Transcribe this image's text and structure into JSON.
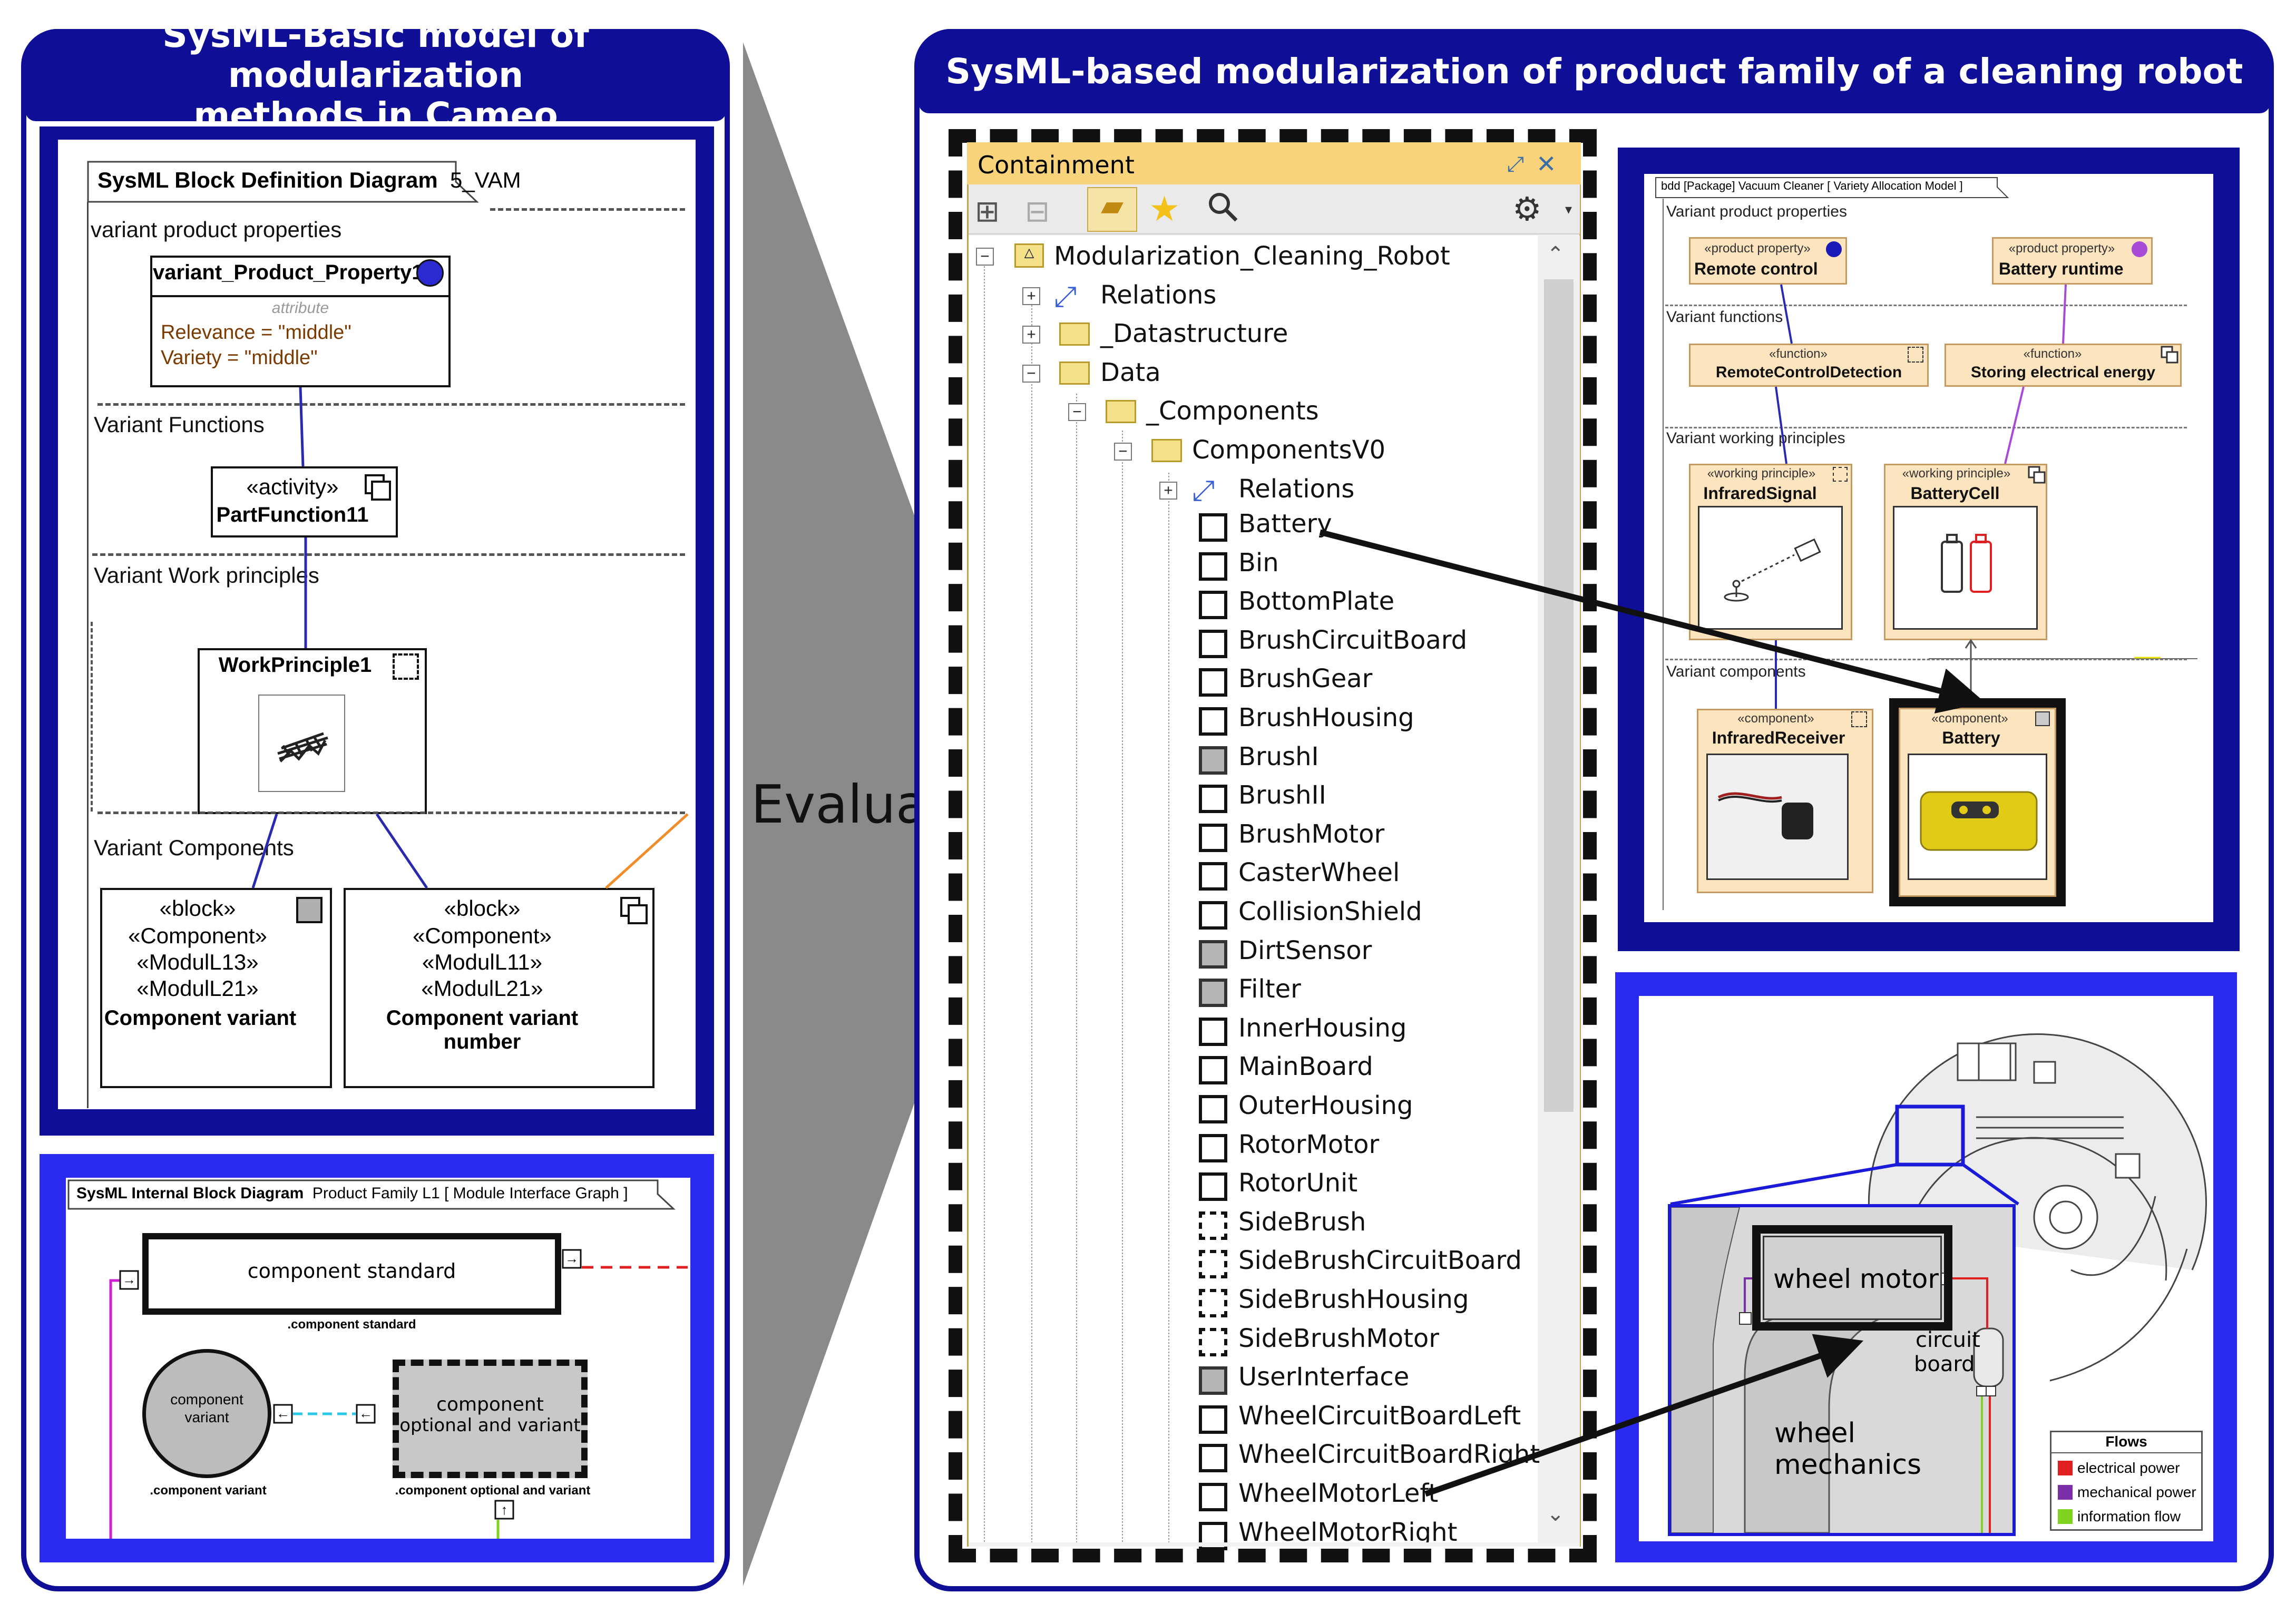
{
  "left_panel": {
    "title_line1": "SysML-Basic model of modularization",
    "title_line2": "methods in Cameo",
    "bdd": {
      "header_kind": "SysML Block Definition Diagram",
      "header_name": "5_VAM",
      "section_properties": "variant product properties",
      "property_block_title": "variant_Product_Property1",
      "property_attr_label": "attribute",
      "property_attr1": "Relevance = \"middle\"",
      "property_attr2": "Variety = \"middle\"",
      "section_functions": "Variant Functions",
      "function_stereo": "«activity»",
      "function_name": "PartFunction11",
      "section_principles": "Variant Work principles",
      "principle_name": "WorkPrinciple1",
      "section_components": "Variant Components",
      "comp1_lines": [
        "«block»",
        "«Component»",
        "«ModulL13»",
        "«ModulL21»"
      ],
      "comp1_name": "Component variant",
      "comp2_lines": [
        "«block»",
        "«Component»",
        "«ModulL11»",
        "«ModulL21»"
      ],
      "comp2_name": "Component variant number"
    },
    "ibd": {
      "header_kind": "SysML Internal Block Diagram",
      "header_name": "Product Family L1 [ Module Interface Graph ]",
      "standard_label": "component standard",
      "standard_caption": ".component standard",
      "variant_label1": "component",
      "variant_label2": "variant",
      "variant_caption": ".component variant",
      "optional_label1": "component",
      "optional_label2": "optional and variant",
      "optional_caption": ".component optional and variant"
    }
  },
  "middle": {
    "label": "Evaluation"
  },
  "right_panel": {
    "title": "SysML-based modularization of product family of a cleaning robot",
    "containment": {
      "title": "Containment",
      "root": "Modularization_Cleaning_Robot",
      "level1": [
        "Relations",
        "_Datastructure",
        "Data"
      ],
      "components_folder": "_Components",
      "components_v0": "ComponentsV0",
      "relations": "Relations",
      "items": [
        {
          "name": "Battery",
          "style": "solid"
        },
        {
          "name": "Bin",
          "style": "solid"
        },
        {
          "name": "BottomPlate",
          "style": "solid"
        },
        {
          "name": "BrushCircuitBoard",
          "style": "solid"
        },
        {
          "name": "BrushGear",
          "style": "solid"
        },
        {
          "name": "BrushHousing",
          "style": "solid"
        },
        {
          "name": "BrushI",
          "style": "gray"
        },
        {
          "name": "BrushII",
          "style": "solid"
        },
        {
          "name": "BrushMotor",
          "style": "solid"
        },
        {
          "name": "CasterWheel",
          "style": "solid"
        },
        {
          "name": "CollisionShield",
          "style": "solid"
        },
        {
          "name": "DirtSensor",
          "style": "gray"
        },
        {
          "name": "Filter",
          "style": "gray"
        },
        {
          "name": "InnerHousing",
          "style": "solid"
        },
        {
          "name": "MainBoard",
          "style": "solid"
        },
        {
          "name": "OuterHousing",
          "style": "solid"
        },
        {
          "name": "RotorMotor",
          "style": "solid"
        },
        {
          "name": "RotorUnit",
          "style": "solid"
        },
        {
          "name": "SideBrush",
          "style": "dashed"
        },
        {
          "name": "SideBrushCircuitBoard",
          "style": "dashed"
        },
        {
          "name": "SideBrushHousing",
          "style": "dashed"
        },
        {
          "name": "SideBrushMotor",
          "style": "dashed"
        },
        {
          "name": "UserInterface",
          "style": "gray"
        },
        {
          "name": "WheelCircuitBoardLeft",
          "style": "solid"
        },
        {
          "name": "WheelCircuitBoardRight",
          "style": "solid"
        },
        {
          "name": "WheelMotorLeft",
          "style": "solid"
        },
        {
          "name": "WheelMotorRight",
          "style": "solid"
        }
      ]
    },
    "vam": {
      "header": "bdd [Package] Vacuum Cleaner [ Variety Allocation Model ]",
      "sec_properties": "Variant product properties",
      "prop1_stereo": "«product property»",
      "prop1_name": "Remote control",
      "prop2_stereo": "«product property»",
      "prop2_name": "Battery runtime",
      "sec_functions": "Variant functions",
      "func1_stereo": "«function»",
      "func1_name": "RemoteControlDetection",
      "func2_stereo": "«function»",
      "func2_name": "Storing electrical energy",
      "sec_principles": "Variant working principles",
      "wp1_stereo": "«working principle»",
      "wp1_name": "InfraredSignal",
      "wp2_stereo": "«working principle»",
      "wp2_name": "BatteryCell",
      "sec_components": "Variant components",
      "comp1_stereo": "«component»",
      "comp1_name": "InfraredReceiver",
      "comp2_stereo": "«component»",
      "comp2_name": "Battery"
    },
    "mig": {
      "wheel_motor": "wheel motor",
      "circuit_board1": "circuit",
      "circuit_board2": "board",
      "wheel_mech1": "wheel",
      "wheel_mech2": "mechanics",
      "flows_title": "Flows",
      "flows": [
        {
          "label": "electrical power",
          "color": "#e02020"
        },
        {
          "label": "mechanical power",
          "color": "#7a2fa8"
        },
        {
          "label": "information flow",
          "color": "#7ed321"
        }
      ]
    }
  },
  "colors": {
    "frame_blue": "#0e0e96",
    "bright_blue": "#2a2af0",
    "arrow_gray": "#8a8a8a",
    "containment_header": "#f8d37a"
  }
}
